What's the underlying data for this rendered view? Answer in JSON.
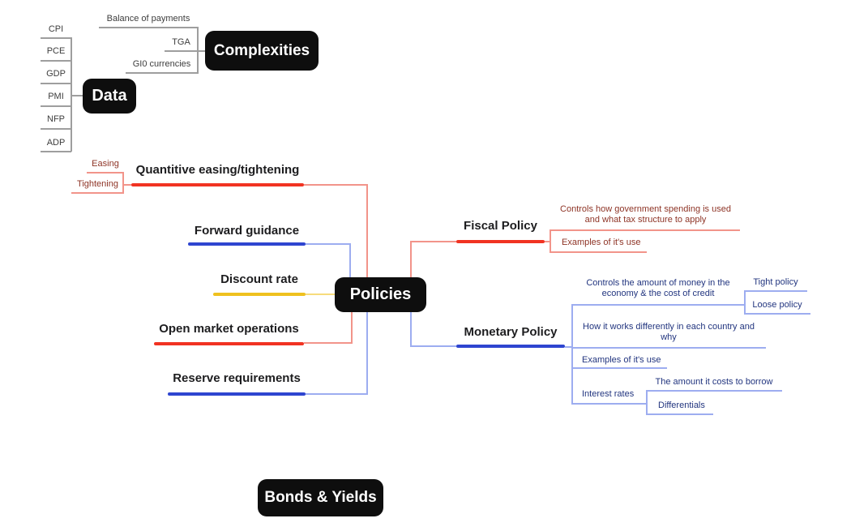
{
  "palette": {
    "canvas_bg": "#ffffff",
    "node_bg": "#0e0e0e",
    "node_text": "#ffffff",
    "branch_text": "#1d1d1f",
    "red": "#f13322",
    "red_light": "#f2948a",
    "red_dark_text": "#8e3426",
    "blue": "#2e45d0",
    "blue_light": "#9dadf0",
    "blue_dark_text": "#22357f",
    "yellow": "#efc11f",
    "yellow_light": "#f7dc7c",
    "gray_line": "#9e9e9e",
    "gray_text": "#3d3d3d"
  },
  "nodes": {
    "data": "Data",
    "complexities": "Complexities",
    "policies": "Policies",
    "bonds": "Bonds & Yields"
  },
  "data_branch": {
    "items": [
      "CPI",
      "PCE",
      "GDP",
      "PMI",
      "NFP",
      "ADP"
    ]
  },
  "complexities_branch": {
    "items": [
      "Balance of payments",
      "TGA",
      "GI0 currencies"
    ]
  },
  "policies_branch": {
    "qe": {
      "label": "Quantitive easing/tightening",
      "easing": "Easing",
      "tightening": "Tightening"
    },
    "forward_guidance": "Forward guidance",
    "discount_rate": "Discount rate",
    "open_market": "Open market operations",
    "reserve": "Reserve requirements",
    "fiscal": {
      "label": "Fiscal Policy",
      "controls": "Controls how government spending is used\nand what tax structure to apply",
      "examples": "Examples of it's use"
    },
    "monetary": {
      "label": "Monetary Policy",
      "controls": "Controls the amount of money in the\neconomy & the cost of credit",
      "tight": "Tight policy",
      "loose": "Loose policy",
      "how": "How it works differently in each country and\nwhy",
      "examples": "Examples of it's use",
      "interest": "Interest rates",
      "amount": "The amount it costs to borrow",
      "differentials": "Differentials"
    }
  }
}
